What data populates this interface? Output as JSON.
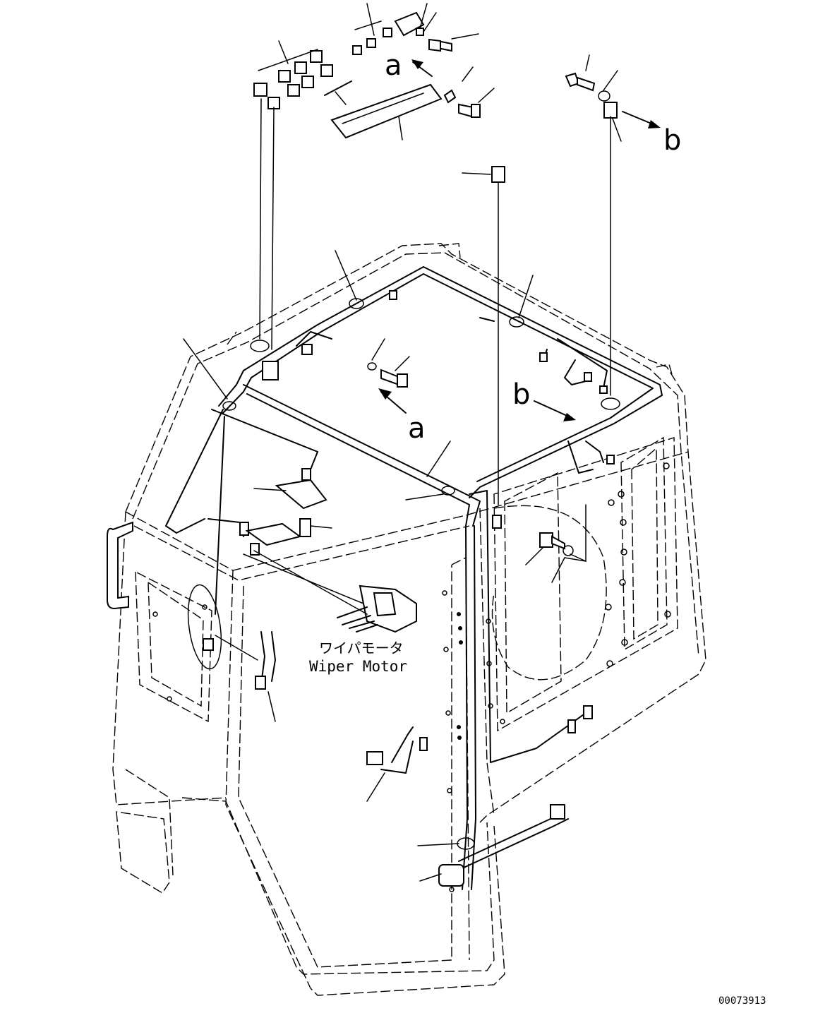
{
  "diagram": {
    "wiper_motor_jp": "ワイパモータ",
    "wiper_motor_en": "Wiper Motor",
    "detail_a_top": "a",
    "detail_a_mid": "a",
    "detail_b_top": "b",
    "detail_b_mid": "b",
    "drawing_number": "00073913"
  }
}
